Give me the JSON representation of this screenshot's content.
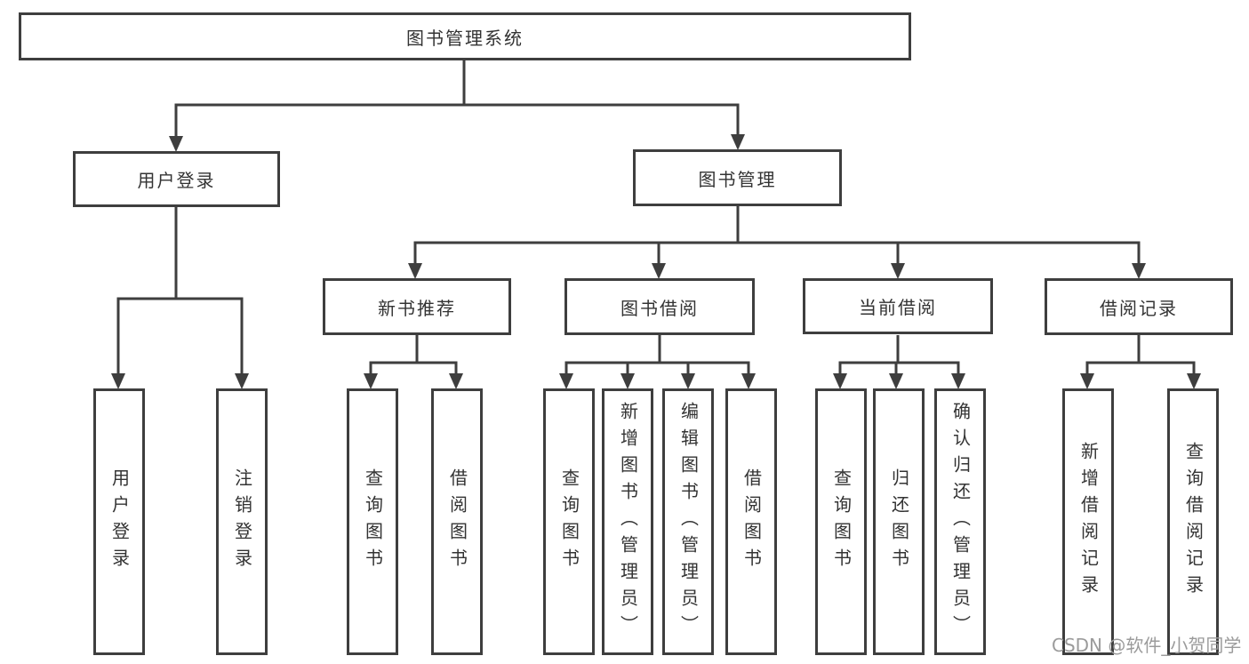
{
  "colors": {
    "line": "#3e3e3e",
    "border": "#3e3e3e",
    "text": "#333333",
    "background": "#ffffff",
    "watermark": "#9b9b9b"
  },
  "root": {
    "label": "图书管理系统"
  },
  "level2": {
    "user_login": {
      "label": "用户登录"
    },
    "book_management": {
      "label": "图书管理"
    }
  },
  "level3": {
    "new_book_recommend": {
      "label": "新书推荐"
    },
    "book_borrow": {
      "label": "图书借阅"
    },
    "current_borrow": {
      "label": "当前借阅"
    },
    "borrow_records": {
      "label": "借阅记录"
    }
  },
  "leaves": {
    "user_login": {
      "label": "用户登录"
    },
    "logout": {
      "label": "注销登录"
    },
    "recommend_query_books": {
      "label": "查询图书"
    },
    "recommend_borrow_books": {
      "label": "借阅图书"
    },
    "borrow_query_books": {
      "label": "查询图书"
    },
    "borrow_add_books_admin": {
      "label": "新增图书（管理员）"
    },
    "borrow_edit_books_admin": {
      "label": "编辑图书（管理员）"
    },
    "borrow_borrow_books": {
      "label": "借阅图书"
    },
    "current_query_books": {
      "label": "查询图书"
    },
    "current_return_books": {
      "label": "归还图书"
    },
    "current_confirm_return_admin": {
      "label": "确认归还（管理员）"
    },
    "records_add_record": {
      "label": "新增借阅记录"
    },
    "records_query_record": {
      "label": "查询借阅记录"
    }
  },
  "watermark": {
    "label": "CSDN @软件_小贺同学"
  }
}
